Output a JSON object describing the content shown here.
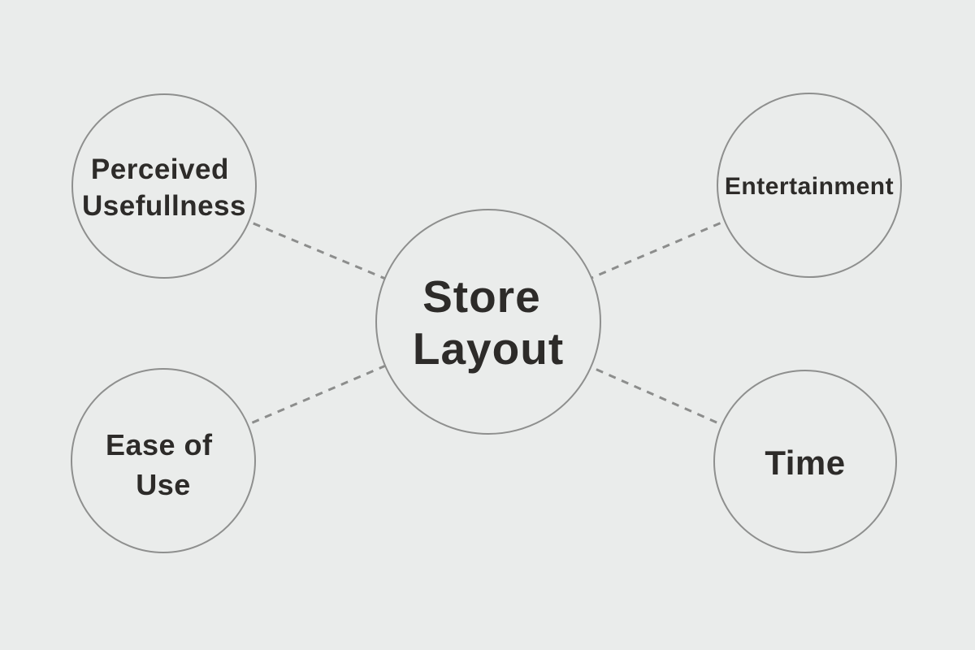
{
  "colors": {
    "background": "#eaeceb",
    "circle_stroke": "#8e8f8e",
    "connector": "#8c8d8c",
    "text": "#2d2b29"
  },
  "diagram": {
    "type": "concept-map",
    "center": {
      "id": "store-layout",
      "lines": [
        "Store",
        "Layout"
      ]
    },
    "satellites": [
      {
        "id": "perceived-usefullness",
        "lines": [
          "Perceived",
          "Usefullness"
        ]
      },
      {
        "id": "entertainment",
        "lines": [
          "Entertainment"
        ]
      },
      {
        "id": "ease-of-use",
        "lines": [
          "Ease of",
          "Use"
        ]
      },
      {
        "id": "time",
        "lines": [
          "Time"
        ]
      }
    ],
    "connections": [
      "store-layout to perceived-usefullness",
      "store-layout to entertainment",
      "store-layout to ease-of-use",
      "store-layout to time"
    ]
  }
}
